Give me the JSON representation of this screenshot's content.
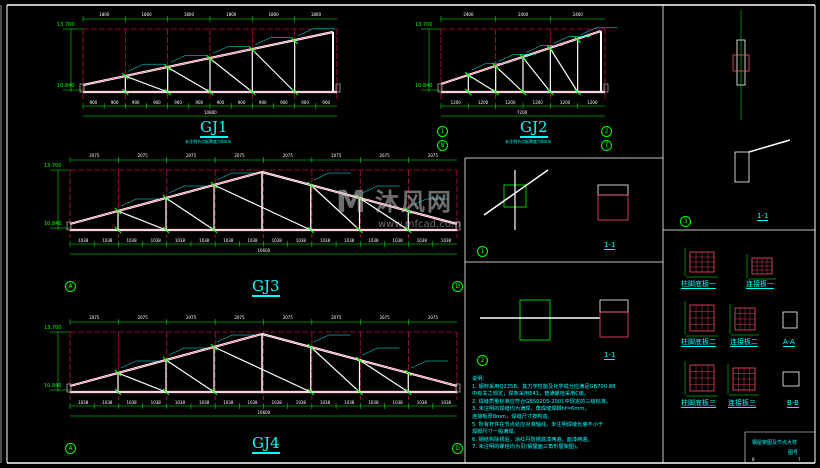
{
  "drawing_title": "钢屋架图及节点大样",
  "title_block": {
    "label": "图号",
    "sheet": "7",
    "index": "8"
  },
  "elevations": {
    "top": "13.700",
    "bottom": "10.840"
  },
  "trusses": [
    {
      "id": "GJ1",
      "name": "GJ1",
      "top_dims": [
        "1800",
        "1800",
        "1800",
        "1800",
        "1800",
        "1800"
      ],
      "bottom_dims": [
        "900",
        "900",
        "900",
        "900",
        "900",
        "900",
        "900",
        "900",
        "900",
        "900",
        "900",
        "900"
      ],
      "total": "10800",
      "note": "未注明节点板厚度为8mm"
    },
    {
      "id": "GJ2",
      "name": "GJ2",
      "top_dims": [
        "2400",
        "2400",
        "2400"
      ],
      "bottom_dims": [
        "1200",
        "1200",
        "1200",
        "1200",
        "1200",
        "1200"
      ],
      "total": "7200",
      "note": "未注明节点板厚度为8mm",
      "axes": [
        "1",
        "8",
        "2",
        "7"
      ]
    },
    {
      "id": "GJ3",
      "name": "GJ3",
      "top_dims": [
        "2075",
        "2075",
        "2075",
        "2075",
        "2075",
        "2075",
        "2075",
        "2075"
      ],
      "bottom_dims": [
        "1038",
        "1038",
        "1038",
        "1038",
        "1038",
        "1038",
        "1038",
        "1038",
        "1038",
        "1038",
        "1038",
        "1038",
        "1038",
        "1038",
        "1038",
        "1038"
      ],
      "total": "16600",
      "axes": [
        "A",
        "D"
      ]
    },
    {
      "id": "GJ4",
      "name": "GJ4",
      "top_dims": [
        "2075",
        "2075",
        "2075",
        "2075",
        "2075",
        "2075",
        "2075",
        "2075"
      ],
      "bottom_dims": [
        "1038",
        "1038",
        "1038",
        "1038",
        "1038",
        "1038",
        "1038",
        "1038",
        "1038",
        "1038",
        "1038",
        "1038",
        "1038",
        "1038",
        "1038",
        "1038"
      ],
      "total": "16600",
      "axes": [
        "A",
        "D"
      ]
    }
  ],
  "details": {
    "node1": "1",
    "node2": "2",
    "node3": "3",
    "section_1": "1-1",
    "section_1b": "1-1",
    "plates": [
      "柱脚底板一",
      "连接板一",
      "柱脚底板二",
      "连接板二",
      "柱脚底板三",
      "连接板三"
    ],
    "section_a": "A-A",
    "section_b": "B-B"
  },
  "notes": {
    "heading": "说明：",
    "items": [
      "1. 钢材采用Q235B，其力学性能及化学成分应满足GB700-88",
      "    中有关之规定；焊条采用E43，普通螺栓采用C级。",
      "2. 焊缝质量标准应符合GB50205-2001中规定的三级标准。",
      "3. 未注明的焊缝均为满焊，角焊缝焊脚hf=6mm，",
      "    连接板厚8mm，焊缝尺寸按构造。",
      "5. 所有杆件在节点处应对准轴线，未注明焊缝长度不小于",
      "    焊脚尺寸一般满焊。",
      "6. 钢结构除锈后，涂红丹防锈底漆两遍，面漆两遍。",
      "7. 未注明的螺栓均为见(钢屋面三角形屋架图)。"
    ]
  },
  "watermark": {
    "brand": "沐风网",
    "url": "www.mfcad.com"
  }
}
